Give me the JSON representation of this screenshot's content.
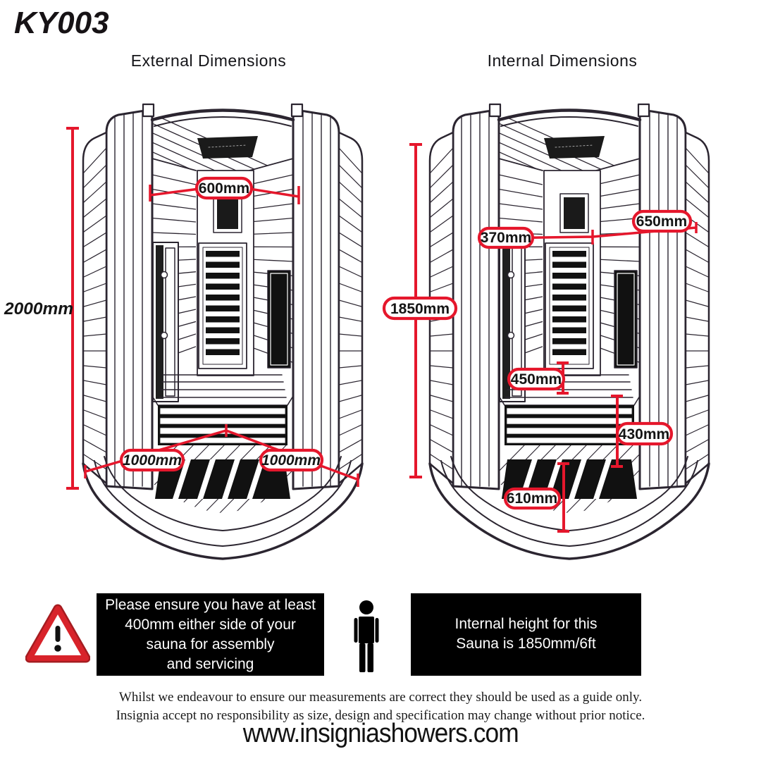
{
  "title": "KY003",
  "external": {
    "heading": "External Dimensions",
    "height": "2000mm",
    "door_width": "600mm",
    "base_side_left": "1000mm",
    "base_side_right": "1000mm"
  },
  "internal": {
    "heading": "Internal Dimensions",
    "height": "1850mm",
    "door_width": "370mm",
    "rear_panel_width": "650mm",
    "bench_depth": "450mm",
    "bench_front_height": "430mm",
    "floor_depth": "610mm"
  },
  "notice_assembly": {
    "line1": "Please ensure you have at least",
    "line2": "400mm either side of your",
    "line3": "sauna for assembly",
    "line4": "and servicing"
  },
  "notice_height": {
    "line1": "Internal height for this",
    "line2": "Sauna is 1850mm/6ft"
  },
  "disclaimer": {
    "line1": "Whilst we endeavour to ensure our measurements are correct they should be used as a guide only.",
    "line2": "Insignia accept no responsibility as size, design and specification may change without prior notice."
  },
  "website": "www.insigniashowers.com",
  "icons": {
    "warning": "warning-triangle-icon",
    "person": "person-icon"
  },
  "colors": {
    "measurement_red": "#e5172c",
    "drawing_line": "#2b2530",
    "notice_bg": "#000000",
    "notice_text": "#ffffff",
    "warning_red": "#d8232a"
  }
}
